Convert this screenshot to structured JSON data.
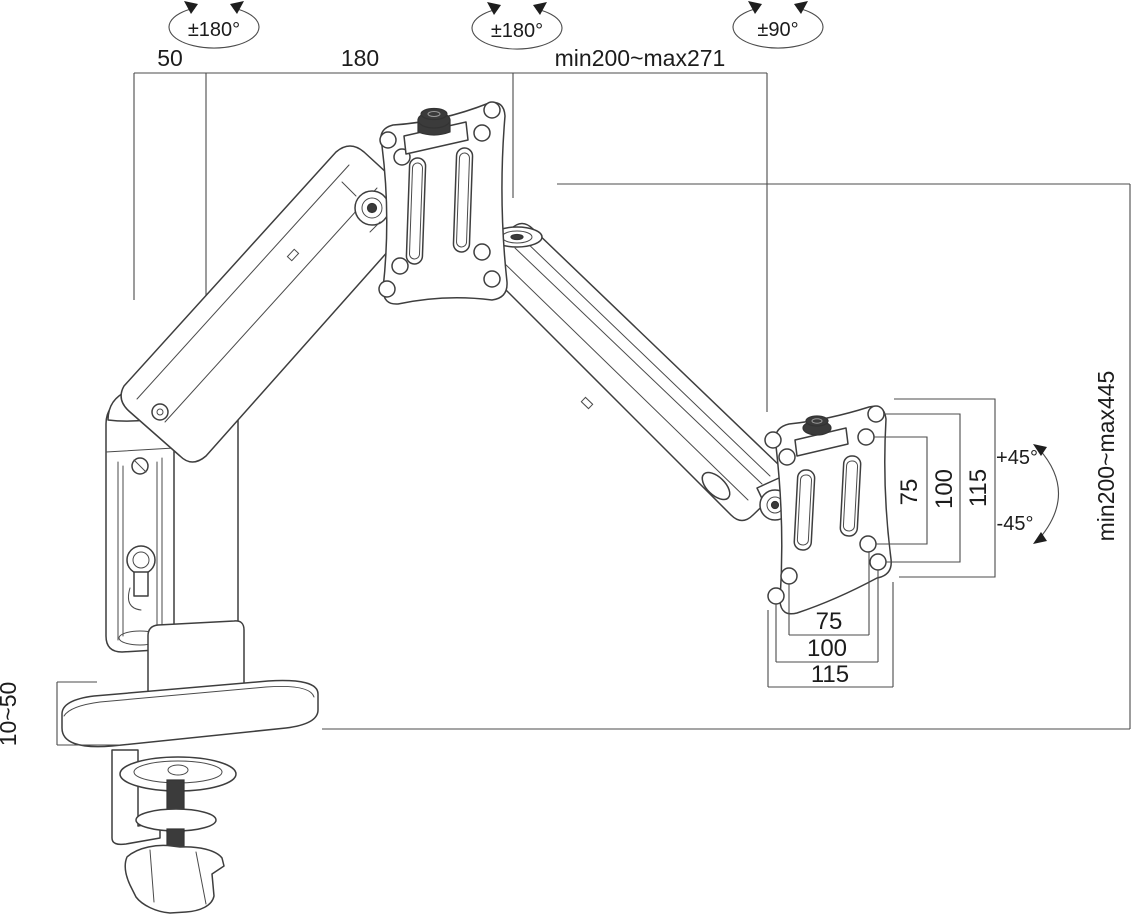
{
  "diagram": {
    "subject": "Gas-spring dual-pivot monitor desk mount arm — dimension drawing",
    "rotation": {
      "joint1": "±180°",
      "joint2": "±180°",
      "joint3": "±90°"
    },
    "top_dimensions": {
      "base_offset": "50",
      "lower_arm": "180",
      "upper_arm_reach": "min200~max271"
    },
    "height_range": "min200~max445",
    "tilt": {
      "up": "+45°",
      "down": "-45°"
    },
    "vesa_side": {
      "inner": "75",
      "middle": "100",
      "outer": "115"
    },
    "vesa_bottom": {
      "inner": "75",
      "middle": "100",
      "outer": "115"
    },
    "desk_clamp_range": "10~50"
  },
  "colors": {
    "background": "#ffffff",
    "line_art": "#3e3e3e",
    "dimension_lines": "#4b4b4b",
    "text": "#1c1c1c"
  }
}
